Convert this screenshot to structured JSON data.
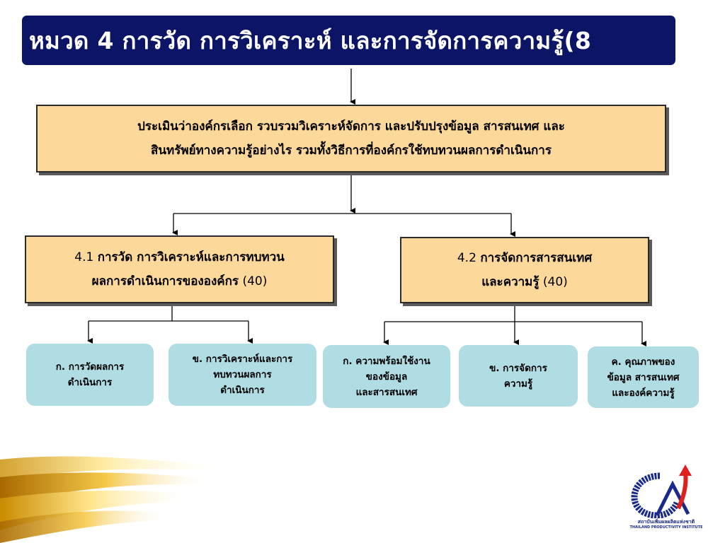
{
  "title": "หมวด 4 การวัด การวิเคราะห์ และการจัดการความรู้(8",
  "main_box": {
    "line1": "ประเมินว่าองค์กรเลือก รวบรวมวิเคราะห์จัดการ และปรับปรุงข้อมูล สารสนเทศ และ",
    "line2": "สินทรัพย์ทางความรู้อย่างไร รวมทั้งวิธีการที่องค์กรใช้ทบทวนผลการดำเนินการ"
  },
  "section_41": {
    "number": "4.1",
    "title_line1": "การวัด การวิเคราะห์และการทบทวน",
    "title_line2": "ผลการดำเนินการขององค์กร",
    "points": "(40)"
  },
  "section_42": {
    "number": "4.2",
    "title_line1": "การจัดการสารสนเทศ",
    "title_line2": "และความรู้",
    "points": "(40)"
  },
  "items_41": [
    {
      "lines": [
        "ก. การวัดผลการ",
        "ดำเนินการ"
      ]
    },
    {
      "lines": [
        "ข. การวิเคราะห์และการ",
        "ทบทวนผลการ",
        "ดำเนินการ"
      ]
    }
  ],
  "items_42": [
    {
      "lines": [
        "ก. ความพร้อมใช้งาน",
        "ของข้อมูล",
        "และสารสนเทศ"
      ]
    },
    {
      "lines": [
        "ข. การจัดการ",
        "ความรู้"
      ]
    },
    {
      "lines": [
        "ค. คุณภาพของ",
        "ข้อมูล สารสนเทศ",
        "และองค์ความรู้"
      ]
    }
  ],
  "logo": {
    "thai_text": "สถาบันเพิ่มผลผลิตแห่งชาติ",
    "english_text": "THAILAND PRODUCTIVITY INSTITUTE"
  },
  "colors": {
    "title_bar": "#0c1466",
    "box_fill": "#fcd99b",
    "pill_fill": "#b0dce3",
    "logo_blue": "#1a2a8a",
    "logo_red": "#e0201c"
  }
}
